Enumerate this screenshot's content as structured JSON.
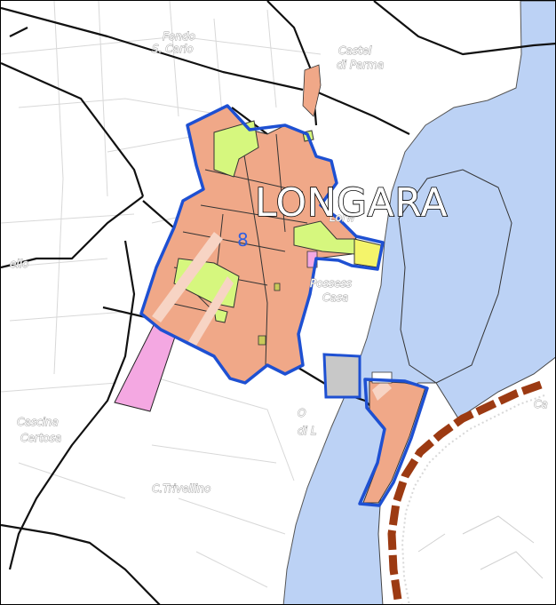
{
  "map": {
    "town_label": "LONGARA",
    "zone_number": "8",
    "place_labels": {
      "fondo_line1": "Fondo",
      "fondo_line2": "S. Carlo",
      "castel_line1": "Castel",
      "castel_line2": "di Parma",
      "lorw": "Lorw",
      "possessi_line1": "Possess",
      "possessi_line2": "Casa",
      "pello": "ello",
      "cascina_line1": "Cascina",
      "cascina_line2": "Certosa",
      "trivellino": "C.Trivellino",
      "ca": "Ca",
      "o_label": "O",
      "di_label": "di L"
    }
  },
  "colors": {
    "river": "#bcd2f5",
    "urban_residential": "#f0a888",
    "green_area": "#d6f77e",
    "yellow_area": "#f4f46a",
    "pink_area": "#f4a8e2",
    "grey_area": "#c8c8c8",
    "boundary": "#1e50d2",
    "levee": "#9c3a12"
  }
}
